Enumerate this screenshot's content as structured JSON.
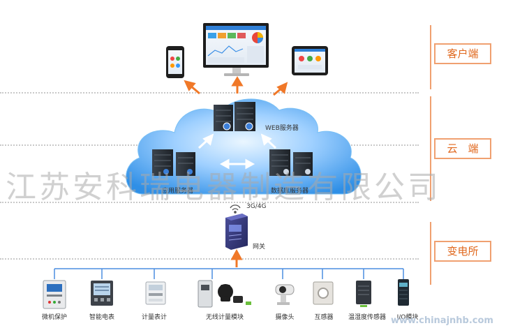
{
  "tiers": {
    "client": "客户端",
    "cloud": "云　端",
    "substation": "变电所"
  },
  "cloud": {
    "web_server": "WEB服务器",
    "app_server": "应用服务器",
    "db_server": "数据库服务器"
  },
  "gateway": {
    "network": "3G/4G",
    "label": "网关"
  },
  "devices": [
    {
      "label": "微机保护",
      "icon": "protection-relay-icon"
    },
    {
      "label": "智能电表",
      "icon": "smart-meter-icon"
    },
    {
      "label": "计量表计",
      "icon": "din-meter-icon"
    },
    {
      "label": "无线计量模块",
      "icon": "wireless-module-icon"
    },
    {
      "label": "摄像头",
      "icon": "camera-icon"
    },
    {
      "label": "互感器",
      "icon": "transformer-icon"
    },
    {
      "label": "温湿度传感器",
      "icon": "temp-humidity-sensor-icon"
    },
    {
      "label": "I/O模块",
      "icon": "io-module-icon"
    }
  ],
  "watermark": "江苏安科瑞电器制造有限公司",
  "website": "www.chinajnhb.com",
  "colors": {
    "arrow": "#f07828",
    "accent": "#e0671c",
    "cloud": "#2f90e8",
    "server": "#2b3138"
  }
}
